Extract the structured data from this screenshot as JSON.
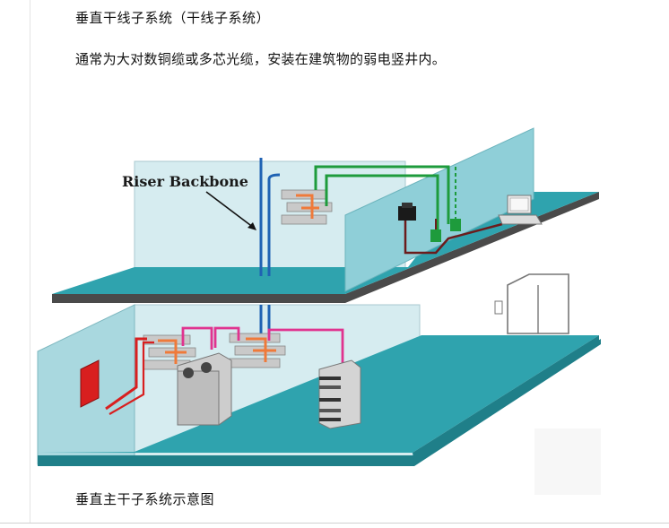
{
  "document": {
    "heading": "垂直干线子系统（干线子系统）",
    "paragraph": "通常为大对数铜缆或多芯光缆，安装在建筑物的弱电竖井内。",
    "caption": "垂直主干子系统示意图"
  },
  "diagram": {
    "riser_label": "Riser Backbone",
    "colors": {
      "floor_teal": "#2fa3ae",
      "floor_edge": "#1f7f89",
      "wall_glass": "#cfe7ec",
      "riser_cable": "#1f62b3",
      "upper_cable_green": "#1e9b3c",
      "upper_cable_dark": "#6b1c1c",
      "lower_cable_pink": "#e0338f",
      "lower_cable_red": "#d81f1f",
      "patch_orange": "#ef7a3a"
    }
  }
}
